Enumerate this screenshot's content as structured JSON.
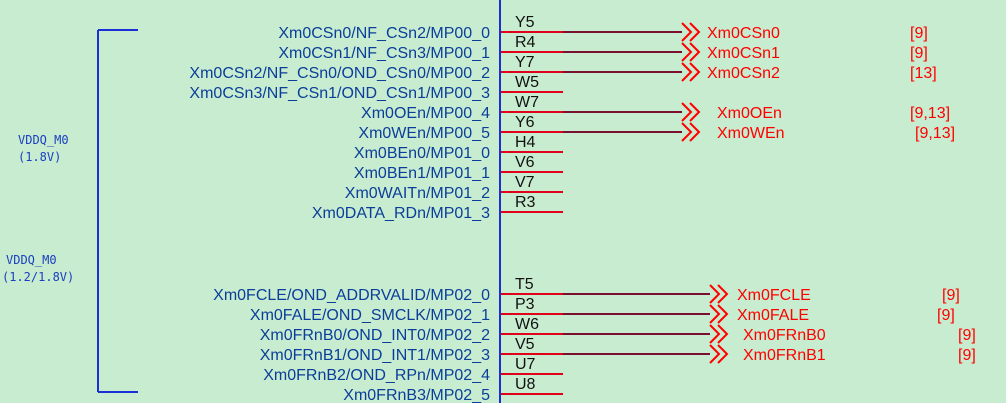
{
  "colors": {
    "background": "#c8ecd0",
    "pin_label": "#0a3e9a",
    "pin_number": "#111111",
    "stub": "#e0001a",
    "wire": "#7a1030",
    "net": "#ff0000",
    "border": "#1a2fd6",
    "power": "#1a3fc0"
  },
  "power_groups": [
    {
      "name": "VDDQ_M0",
      "voltage": "(1.8V)"
    },
    {
      "name": "VDDQ_M0",
      "voltage": "(1.2/1.8V)"
    }
  ],
  "pins": [
    {
      "label": "Xm0CSn0/NF_CSn2/MP00_0",
      "number": "Y5",
      "net": "Xm0CSn0",
      "ref": "[9]"
    },
    {
      "label": "Xm0CSn1/NF_CSn3/MP00_1",
      "number": "R4",
      "net": "Xm0CSn1",
      "ref": "[9]"
    },
    {
      "label": "Xm0CSn2/NF_CSn0/OND_CSn0/MP00_2",
      "number": "Y7",
      "net": "Xm0CSn2",
      "ref": "[13]"
    },
    {
      "label": "Xm0CSn3/NF_CSn1/OND_CSn1/MP00_3",
      "number": "W5",
      "net": "",
      "ref": ""
    },
    {
      "label": "Xm0OEn/MP00_4",
      "number": "W7",
      "net": "Xm0OEn",
      "ref": "[9,13]"
    },
    {
      "label": "Xm0WEn/MP00_5",
      "number": "Y6",
      "net": "Xm0WEn",
      "ref": "[9,13]"
    },
    {
      "label": "Xm0BEn0/MP01_0",
      "number": "H4",
      "net": "",
      "ref": ""
    },
    {
      "label": "Xm0BEn1/MP01_1",
      "number": "V6",
      "net": "",
      "ref": ""
    },
    {
      "label": "Xm0WAITn/MP01_2",
      "number": "V7",
      "net": "",
      "ref": ""
    },
    {
      "label": "Xm0DATA_RDn/MP01_3",
      "number": "R3",
      "net": "",
      "ref": ""
    },
    {
      "label": "Xm0FCLE/OND_ADDRVALID/MP02_0",
      "number": "T5",
      "net": "Xm0FCLE",
      "ref": "[9]"
    },
    {
      "label": "Xm0FALE/OND_SMCLK/MP02_1",
      "number": "P3",
      "net": "Xm0FALE",
      "ref": "[9]"
    },
    {
      "label": "Xm0FRnB0/OND_INT0/MP02_2",
      "number": "W6",
      "net": "Xm0FRnB0",
      "ref": "[9]"
    },
    {
      "label": "Xm0FRnB1/OND_INT1/MP02_3",
      "number": "V5",
      "net": "Xm0FRnB1",
      "ref": "[9]"
    },
    {
      "label": "Xm0FRnB2/OND_RPn/MP02_4",
      "number": "U7",
      "net": "",
      "ref": ""
    },
    {
      "label": "Xm0FRnB3/MP02_5",
      "number": "U8",
      "net": "",
      "ref": ""
    }
  ]
}
